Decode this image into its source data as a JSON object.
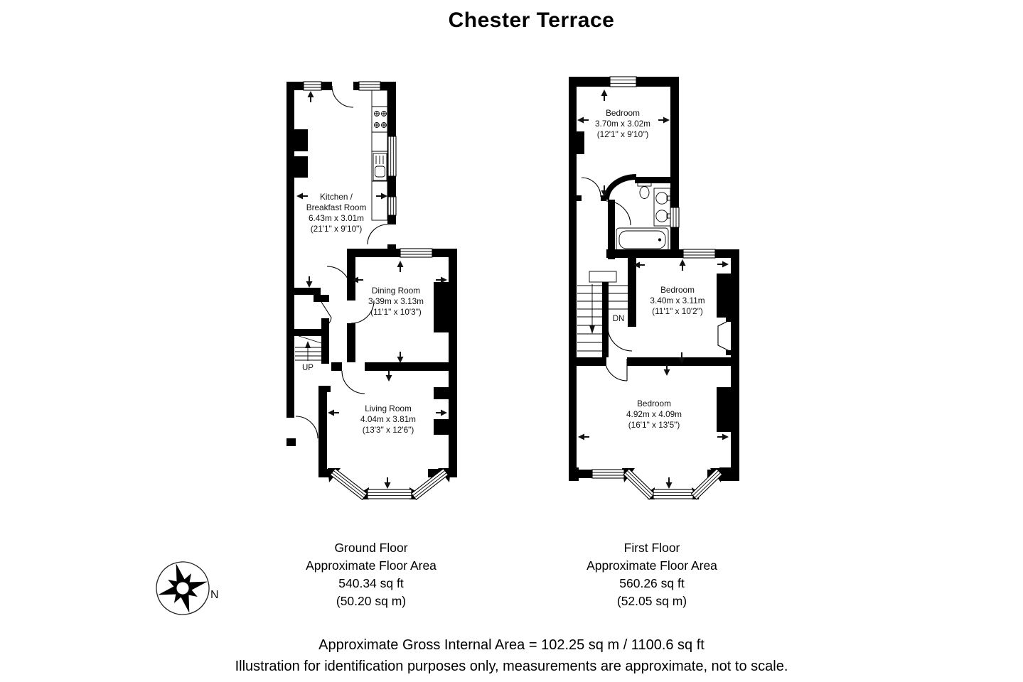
{
  "title": "Chester Terrace",
  "compass": {
    "north_label": "N"
  },
  "ground_floor": {
    "rooms": {
      "kitchen": {
        "name_line1": "Kitchen /",
        "name_line2": "Breakfast Room",
        "size_metric": "6.43m x 3.01m",
        "size_imperial": "(21'1\" x 9'10\")"
      },
      "dining": {
        "name": "Dining Room",
        "size_metric": "3.39m x 3.13m",
        "size_imperial": "(11'1\" x 10'3\")"
      },
      "living": {
        "name": "Living Room",
        "size_metric": "4.04m x 3.81m",
        "size_imperial": "(13'3\" x 12'6\")"
      }
    },
    "stair_label": "UP",
    "caption": {
      "floor_name": "Ground Floor",
      "area_label": "Approximate Floor Area",
      "area_sqft": "540.34 sq ft",
      "area_sqm": "(50.20 sq m)"
    }
  },
  "first_floor": {
    "rooms": {
      "bedroom_top": {
        "name": "Bedroom",
        "size_metric": "3.70m x 3.02m",
        "size_imperial": "(12'1\" x 9'10\")"
      },
      "bedroom_middle": {
        "name": "Bedroom",
        "size_metric": "3.40m x 3.11m",
        "size_imperial": "(11'1\" x 10'2\")"
      },
      "bedroom_bottom": {
        "name": "Bedroom",
        "size_metric": "4.92m x 4.09m",
        "size_imperial": "(16'1\" x 13'5\")"
      }
    },
    "stair_label": "DN",
    "caption": {
      "floor_name": "First Floor",
      "area_label": "Approximate Floor Area",
      "area_sqft": "560.26 sq ft",
      "area_sqm": "(52.05 sq m)"
    }
  },
  "footer": {
    "line1": "Approximate Gross Internal Area = 102.25 sq m / 1100.6 sq ft",
    "line2": "Illustration for identification purposes only, measurements are approximate, not to scale."
  }
}
